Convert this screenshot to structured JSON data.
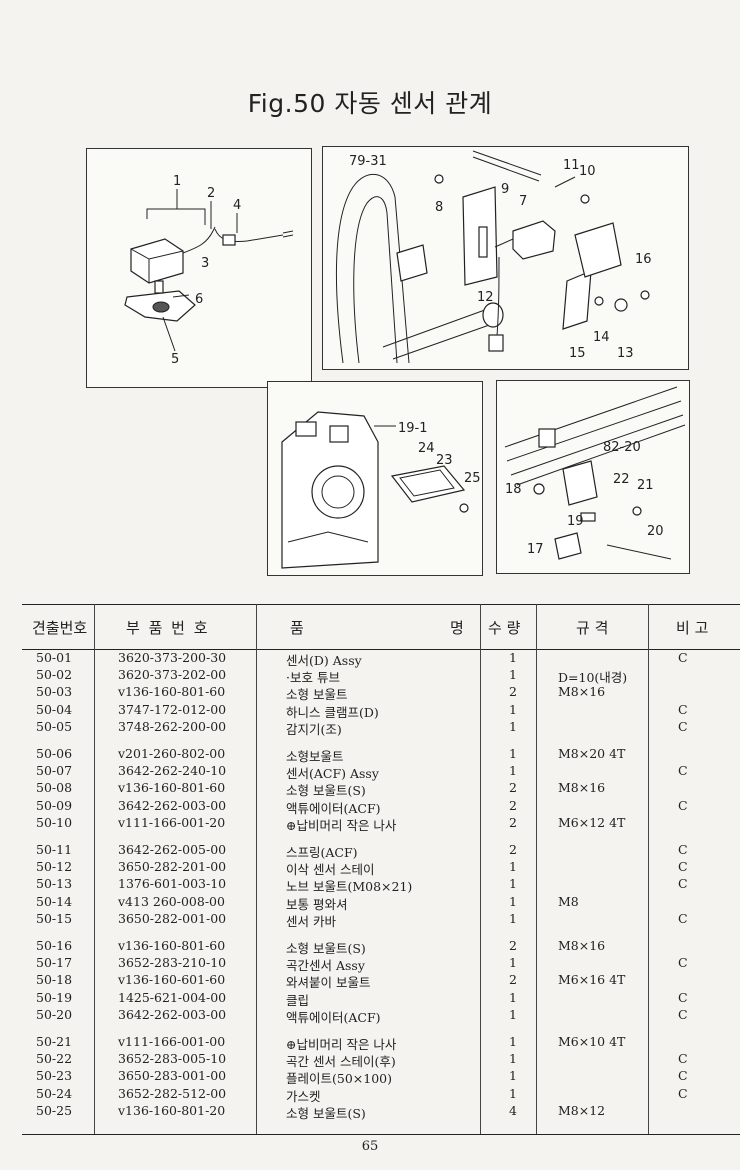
{
  "title": "Fig.50 자동 센서 관계",
  "diagram_labels": {
    "p1": [
      "1",
      "2",
      "3",
      "4",
      "5",
      "6"
    ],
    "p2": [
      "79-31",
      "11",
      "10",
      "9",
      "7",
      "8",
      "12",
      "16",
      "14",
      "15",
      "13"
    ],
    "p3": [
      "19-1",
      "24",
      "23",
      "25"
    ],
    "p4": [
      "82-20",
      "22",
      "21",
      "18",
      "19",
      "20",
      "17"
    ]
  },
  "table": {
    "headers": [
      "견출번호",
      "부 품 번 호",
      "품",
      "명",
      "수 량",
      "규 격",
      "비 고"
    ],
    "rows": [
      {
        "no": "50-01",
        "part": "3620-373-200-30",
        "name": "센서(D) Assy",
        "qty": "1",
        "spec": "",
        "remark": "C"
      },
      {
        "no": "50-02",
        "part": "3620-373-202-00",
        "name": "·보호 튜브",
        "qty": "1",
        "spec": "D=10(내경)",
        "remark": ""
      },
      {
        "no": "50-03",
        "part": "v136-160-801-60",
        "name": "소형 보울트",
        "qty": "2",
        "spec": "M8×16",
        "remark": ""
      },
      {
        "no": "50-04",
        "part": "3747-172-012-00",
        "name": "하니스 클램프(D)",
        "qty": "1",
        "spec": "",
        "remark": "C"
      },
      {
        "no": "50-05",
        "part": "3748-262-200-00",
        "name": "감지기(조)",
        "qty": "1",
        "spec": "",
        "remark": "C"
      },
      {
        "no": "50-06",
        "part": "v201-260-802-00",
        "name": "소형보울트",
        "qty": "1",
        "spec": "M8×20 4T",
        "remark": ""
      },
      {
        "no": "50-07",
        "part": "3642-262-240-10",
        "name": "센서(ACF) Assy",
        "qty": "1",
        "spec": "",
        "remark": "C"
      },
      {
        "no": "50-08",
        "part": "v136-160-801-60",
        "name": "소형 보울트(S)",
        "qty": "2",
        "spec": "M8×16",
        "remark": ""
      },
      {
        "no": "50-09",
        "part": "3642-262-003-00",
        "name": "액튜에이터(ACF)",
        "qty": "2",
        "spec": "",
        "remark": "C"
      },
      {
        "no": "50-10",
        "part": "v111-166-001-20",
        "name": "⊕납비머리 작은 나사",
        "qty": "2",
        "spec": "M6×12 4T",
        "remark": ""
      },
      {
        "no": "50-11",
        "part": "3642-262-005-00",
        "name": "스프링(ACF)",
        "qty": "2",
        "spec": "",
        "remark": "C"
      },
      {
        "no": "50-12",
        "part": "3650-282-201-00",
        "name": "이삭 센서 스테이",
        "qty": "1",
        "spec": "",
        "remark": "C"
      },
      {
        "no": "50-13",
        "part": "1376-601-003-10",
        "name": "노브 보울트(M08×21)",
        "qty": "1",
        "spec": "",
        "remark": "C"
      },
      {
        "no": "50-14",
        "part": "v413 260-008-00",
        "name": "보통 평와셔",
        "qty": "1",
        "spec": "M8",
        "remark": ""
      },
      {
        "no": "50-15",
        "part": "3650-282-001-00",
        "name": "센서 카바",
        "qty": "1",
        "spec": "",
        "remark": "C"
      },
      {
        "no": "50-16",
        "part": "v136-160-801-60",
        "name": "소형 보울트(S)",
        "qty": "2",
        "spec": "M8×16",
        "remark": ""
      },
      {
        "no": "50-17",
        "part": "3652-283-210-10",
        "name": "곡간센서 Assy",
        "qty": "1",
        "spec": "",
        "remark": "C"
      },
      {
        "no": "50-18",
        "part": "v136-160-601-60",
        "name": "와셔붙이 보울트",
        "qty": "2",
        "spec": "M6×16 4T",
        "remark": ""
      },
      {
        "no": "50-19",
        "part": "1425-621-004-00",
        "name": "클립",
        "qty": "1",
        "spec": "",
        "remark": "C"
      },
      {
        "no": "50-20",
        "part": "3642-262-003-00",
        "name": "액튜에이터(ACF)",
        "qty": "1",
        "spec": "",
        "remark": "C"
      },
      {
        "no": "50-21",
        "part": "v111-166-001-00",
        "name": "⊕납비머리 작은 나사",
        "qty": "1",
        "spec": "M6×10 4T",
        "remark": ""
      },
      {
        "no": "50-22",
        "part": "3652-283-005-10",
        "name": "곡간 센서 스테이(후)",
        "qty": "1",
        "spec": "",
        "remark": "C"
      },
      {
        "no": "50-23",
        "part": "3650-283-001-00",
        "name": "플레이트(50×100)",
        "qty": "1",
        "spec": "",
        "remark": "C"
      },
      {
        "no": "50-24",
        "part": "3652-282-512-00",
        "name": "가스켓",
        "qty": "1",
        "spec": "",
        "remark": "C"
      },
      {
        "no": "50-25",
        "part": "v136-160-801-20",
        "name": "소형 보울트(S)",
        "qty": "4",
        "spec": "M8×12",
        "remark": ""
      }
    ]
  },
  "page_number": "65"
}
